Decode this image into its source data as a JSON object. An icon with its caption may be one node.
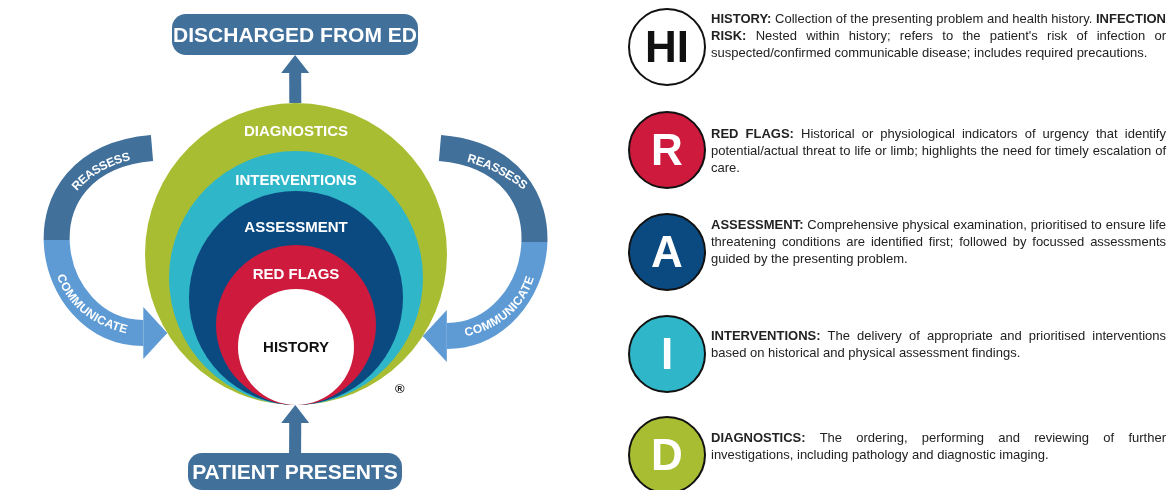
{
  "diagram": {
    "nodes": [
      {
        "text": [
          "DISCHARGED FROM ED"
        ]
      },
      {
        "text": [
          "DIAGNOSTICS"
        ]
      },
      {
        "text": [
          "INTERVENTIONS"
        ],
        "in": 1
      },
      {
        "text": [
          "ASSESSMENT"
        ],
        "in": 2
      },
      {
        "text": [
          "RED FLAGS"
        ],
        "in": 3
      },
      {
        "text": [
          "HISTORY"
        ],
        "in": 4
      },
      {
        "text": [
          "PATIENT PRESENTS"
        ]
      },
      {
        "text": [
          "HI"
        ],
        "beside": [
          "**HISTORY:** Collection of the presenting problem and health history. **INFECTION RISK:** Nested within history; refers to the patient's risk of infection or suspected/confirmed communicable disease; includes required precautions."
        ]
      },
      {
        "text": [
          "R"
        ],
        "beside": [
          "**RED FLAGS:** Historical or physiological indicators of urgency that identify potential/actual threat to life or limb; highlights the need for timely escalation of care."
        ]
      },
      {
        "text": [
          "A"
        ],
        "beside": [
          "**ASSESSMENT:** Comprehensive physical examination, prioritised to ensure life threatening conditions are identified first; followed by focussed assessments guided by the presenting problem."
        ]
      },
      {
        "text": [
          "I"
        ],
        "beside": [
          "**INTERVENTIONS:** The delivery of appropriate and prioritised interventions based on historical and physical assessment findings."
        ]
      },
      {
        "text": [
          "D"
        ],
        "beside": [
          "**DIAGNOSTICS:** The ordering, performing and reviewing of further investigations, including pathology and diagnostic imaging."
        ]
      }
    ],
    "edges": [
      {
        "from": 6,
        "to": 1,
        "arrow": "to"
      },
      {
        "from": 1,
        "to": 0,
        "arrow": "to"
      },
      {
        "from": null,
        "to": 1,
        "arrow": "to"
      },
      {
        "from": null,
        "to": 1,
        "arrow": "to"
      }
    ],
    "labels": [
      "REASSESS",
      "COMMUNICATE",
      "REASSESS",
      "COMMUNICATE",
      "®"
    ]
  }
}
